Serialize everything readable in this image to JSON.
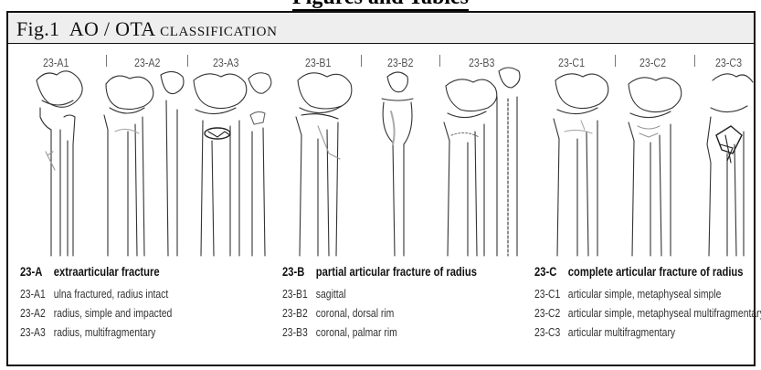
{
  "header": {
    "partial_title": "Figures and Tables",
    "fig_label": "Fig.1",
    "title_main": "AO / OTA",
    "title_small": "classification"
  },
  "panels": [
    "23-A1",
    "23-A2",
    "23-A3",
    "23-B1",
    "23-B2",
    "23-B3",
    "23-C1",
    "23-C2",
    "23-C3"
  ],
  "groups": [
    {
      "code": "23-A",
      "title": "extraarticular fracture",
      "items": [
        {
          "code": "23-A1",
          "text": "ulna fractured, radius intact"
        },
        {
          "code": "23-A2",
          "text": "radius, simple and impacted"
        },
        {
          "code": "23-A3",
          "text": "radius, multifragmentary"
        }
      ]
    },
    {
      "code": "23-B",
      "title": "partial articular fracture of radius",
      "items": [
        {
          "code": "23-B1",
          "text": "sagittal"
        },
        {
          "code": "23-B2",
          "text": "coronal, dorsal rim"
        },
        {
          "code": "23-B3",
          "text": "coronal, palmar rim"
        }
      ]
    },
    {
      "code": "23-C",
      "title": "complete articular fracture of radius",
      "items": [
        {
          "code": "23-C1",
          "text": "articular simple, metaphyseal simple"
        },
        {
          "code": "23-C2",
          "text": "articular simple, metaphyseal multifragmentary"
        },
        {
          "code": "23-C3",
          "text": "articular multifragmentary"
        }
      ]
    }
  ]
}
